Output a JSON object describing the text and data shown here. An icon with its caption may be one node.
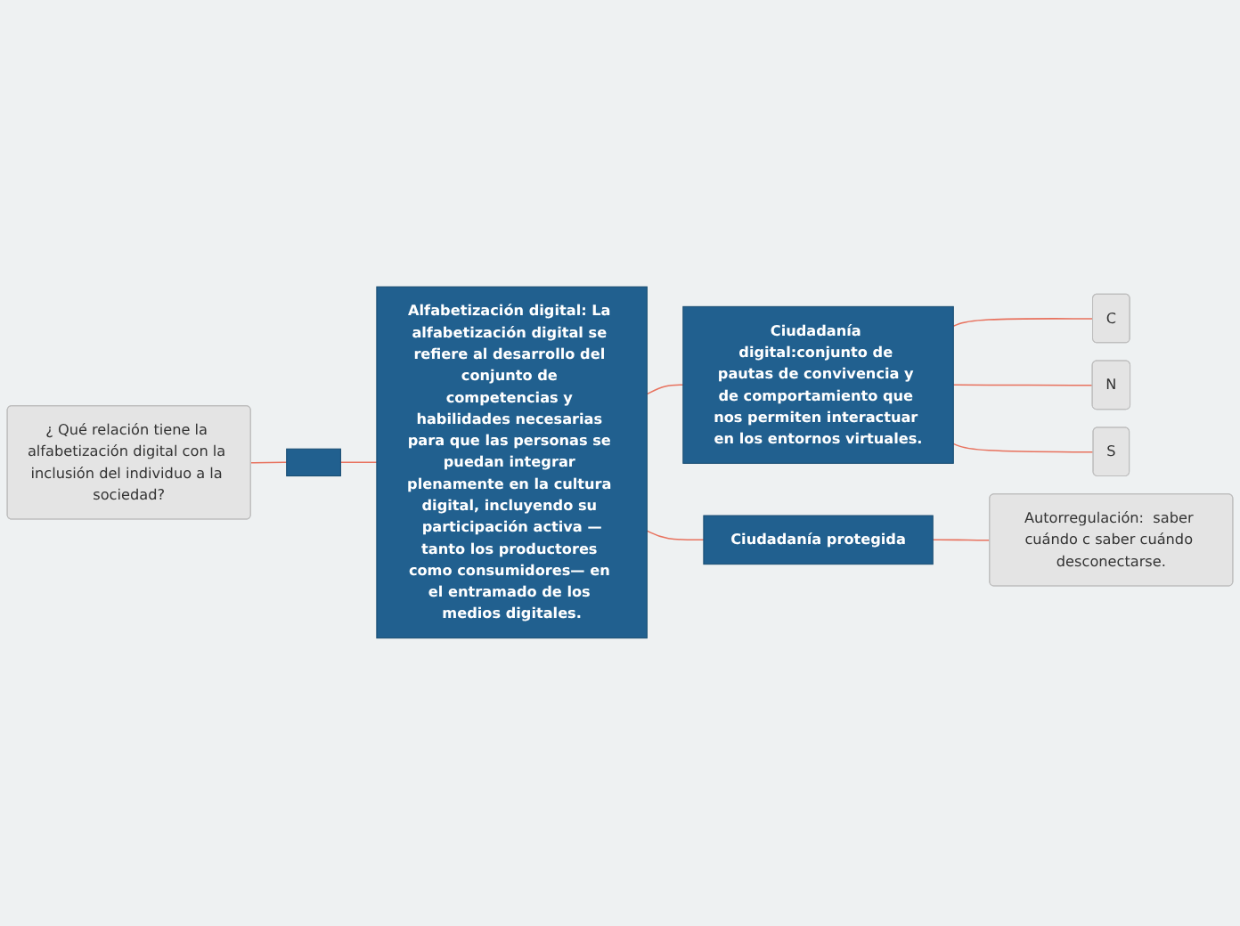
{
  "diagram": {
    "nodes": [
      {
        "text": [
          "Alfabetización digital: La alfabetización digital se refiere al desarrollo del conjunto de competencias y habilidades necesarias para que las personas se puedan integrar plenamente en la cultura digital, incluyendo su participación activa —tanto los productores como consumidores— en el entramado de los medios digitales."
        ]
      },
      {
        "text": [],
        "shape": "box"
      },
      {
        "text": [
          "¿ Qué relación tiene la alfabetización digital con la inclusión del individuo a la sociedad?"
        ]
      },
      {
        "text": [
          "Ciudadanía digital:conjunto de pautas de convivencia y de comportamiento que nos permiten interactuar en los entornos virtuales."
        ]
      },
      {
        "text": [
          "C"
        ]
      },
      {
        "text": [
          "N"
        ]
      },
      {
        "text": [
          "S"
        ]
      },
      {
        "text": [
          "Ciudadanía protegida"
        ]
      },
      {
        "text": [
          "Autorregulación:  saber cuándo c saber cuándo desconectarse."
        ]
      }
    ],
    "edges": [
      {
        "from": 1,
        "to": 0,
        "arrow": "none"
      },
      {
        "from": 2,
        "to": 1,
        "arrow": "none"
      },
      {
        "from": 0,
        "to": 3,
        "arrow": "none"
      },
      {
        "from": 0,
        "to": 7,
        "arrow": "none"
      },
      {
        "from": 3,
        "to": 4,
        "arrow": "none"
      },
      {
        "from": 3,
        "to": 5,
        "arrow": "none"
      },
      {
        "from": 3,
        "to": 6,
        "arrow": "none"
      },
      {
        "from": 7,
        "to": 8,
        "arrow": "none"
      }
    ]
  }
}
